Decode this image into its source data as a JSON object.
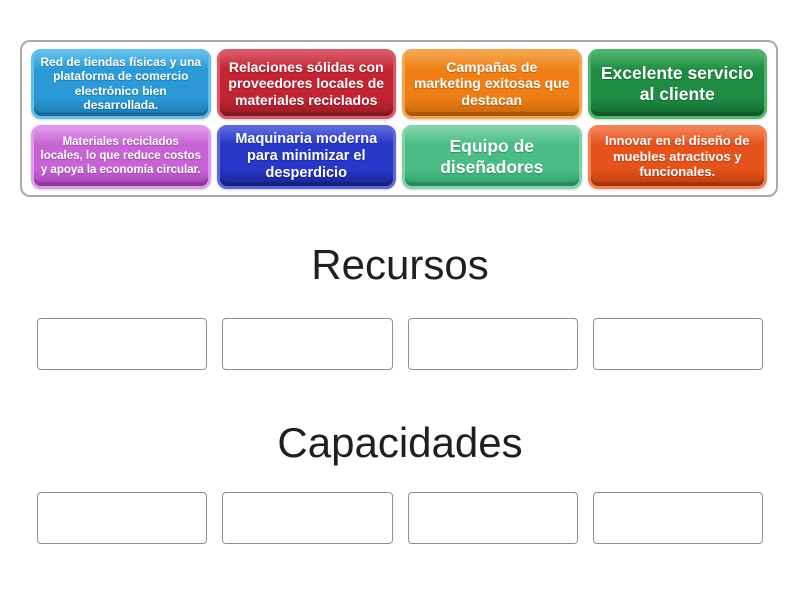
{
  "page": {
    "background": "#ffffff"
  },
  "tray": {
    "cards": [
      {
        "text": "Red de tiendas físicas y una plataforma de comercio electrónico bien desarrollada.",
        "color_name": "blue",
        "colors": {
          "base": "#2B9AD6",
          "light": "#62BFEA",
          "dark": "#1D7AB0"
        }
      },
      {
        "text": "Relaciones sólidas con proveedores locales de materiales reciclados",
        "color_name": "crimson",
        "colors": {
          "base": "#C22432",
          "light": "#D75A66",
          "dark": "#971B26"
        }
      },
      {
        "text": "Campañas de marketing exitosas que destacan",
        "color_name": "orange",
        "colors": {
          "base": "#EE7F16",
          "light": "#F5A54C",
          "dark": "#C3650A"
        }
      },
      {
        "text": "Excelente servicio al cliente",
        "color_name": "dark-green",
        "colors": {
          "base": "#1E8C42",
          "light": "#4FB56C",
          "dark": "#14662F"
        }
      },
      {
        "text": "Materiales reciclados locales, lo que reduce costos y apoya la economía circular.",
        "color_name": "orchid",
        "colors": {
          "base": "#C863D6",
          "light": "#E099EA",
          "dark": "#A041B0"
        }
      },
      {
        "text": "Maquinaria moderna para minimizar el desperdicio",
        "color_name": "royal-blue",
        "colors": {
          "base": "#2737C6",
          "light": "#5A67DD",
          "dark": "#1A248F"
        }
      },
      {
        "text": "Equipo de diseñadores",
        "color_name": "sea-green",
        "colors": {
          "base": "#49BD85",
          "light": "#7FD4A9",
          "dark": "#2F9F6A"
        }
      },
      {
        "text": "Innovar en el diseño de muebles atractivos y funcionales.",
        "color_name": "orange-red",
        "colors": {
          "base": "#E5521C",
          "light": "#F28355",
          "dark": "#B93C0D"
        }
      }
    ]
  },
  "groups": [
    {
      "label": "Recursos",
      "slot_count": 4
    },
    {
      "label": "Capacidades",
      "slot_count": 4
    }
  ]
}
